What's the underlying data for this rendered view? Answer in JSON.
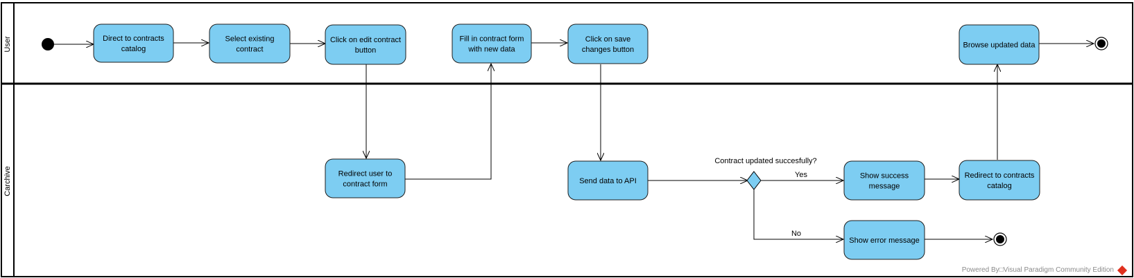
{
  "lanes": {
    "user": "User",
    "carchive": "Carchive"
  },
  "nodes": {
    "direct_catalog": [
      "Direct to contracts",
      "catalog"
    ],
    "select_contract": [
      "Select existing",
      "contract"
    ],
    "click_edit": [
      "Click on edit contract",
      "button"
    ],
    "fill_form": [
      "Fill in contract form",
      "with new data"
    ],
    "click_save": [
      "Click on save",
      "changes button"
    ],
    "browse_updated": [
      "Browse updated data"
    ],
    "redirect_form": [
      "Redirect user to",
      "contract form"
    ],
    "send_api": [
      "Send data to API"
    ],
    "show_success": [
      "Show success",
      "message"
    ],
    "redirect_catalog": [
      "Redirect to contracts",
      "catalog"
    ],
    "show_error": [
      "Show error message"
    ]
  },
  "decision": {
    "question": "Contract updated succesfully?",
    "yes": "Yes",
    "no": "No"
  },
  "footer": {
    "text": "Powered By□Visual Paradigm Community Edition"
  },
  "colors": {
    "node_fill": "#7dcdf2",
    "node_stroke": "#1d1d1d",
    "line": "#000000"
  }
}
